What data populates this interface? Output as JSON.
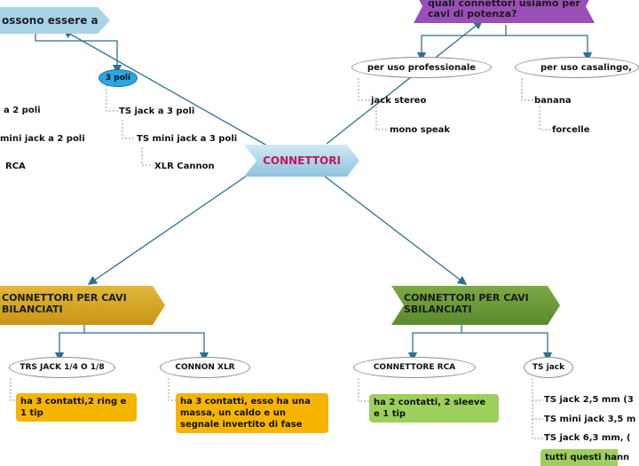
{
  "central": "CONNETTORI",
  "top_left": {
    "title": "ossono essere a"
  },
  "top_right": {
    "title": "quali connettori usiamo per cavi di potenza?"
  },
  "three_poles": "3 poli",
  "left_items": [
    "a 2 poli",
    "mini jack a 2 poli",
    "RCA"
  ],
  "three_pole_items": [
    "TS jack a 3 poli",
    "TS mini jack a 3 poli",
    "XLR Cannon"
  ],
  "professional": {
    "label": "per uso professionale",
    "items": [
      "jack stereo",
      "mono speak"
    ]
  },
  "home": {
    "label": "per uso casalingo,",
    "items": [
      "banana",
      "forcelle"
    ]
  },
  "balanced": {
    "title": "CONNETTORI PER CAVI BILANCIATI",
    "trs": "TRS JACK 1/4 O 1/8",
    "trs_note": "ha 3 contatti,2 ring e 1 tip",
    "xlr": "CONNON XLR",
    "xlr_note": "ha 3 contatti, esso ha una massa, un caldo e un segnale invertito di fase"
  },
  "unbalanced": {
    "title": "CONNETTORI PER CAVI SBILANCIATI",
    "rca": "CONNETTORE RCA",
    "rca_note": "ha 2 contatti, 2 sleeve e 1 tip",
    "ts": "TS jack",
    "ts_items": [
      "TS jack 2,5 mm (3",
      "TS mini jack 3,5 m",
      "TS jack 6,3 mm, ("
    ],
    "ts_note": "tutti questi hann"
  },
  "colors": {
    "blue_hex": "#a8d3e8",
    "purple_hex": "#9a4fb8",
    "gold_hex": "#d4a21e",
    "green_hex": "#6c9a3a",
    "orange_note": "#f5b400",
    "green_note": "#9ccf5c",
    "line": "#2f6f8f"
  }
}
